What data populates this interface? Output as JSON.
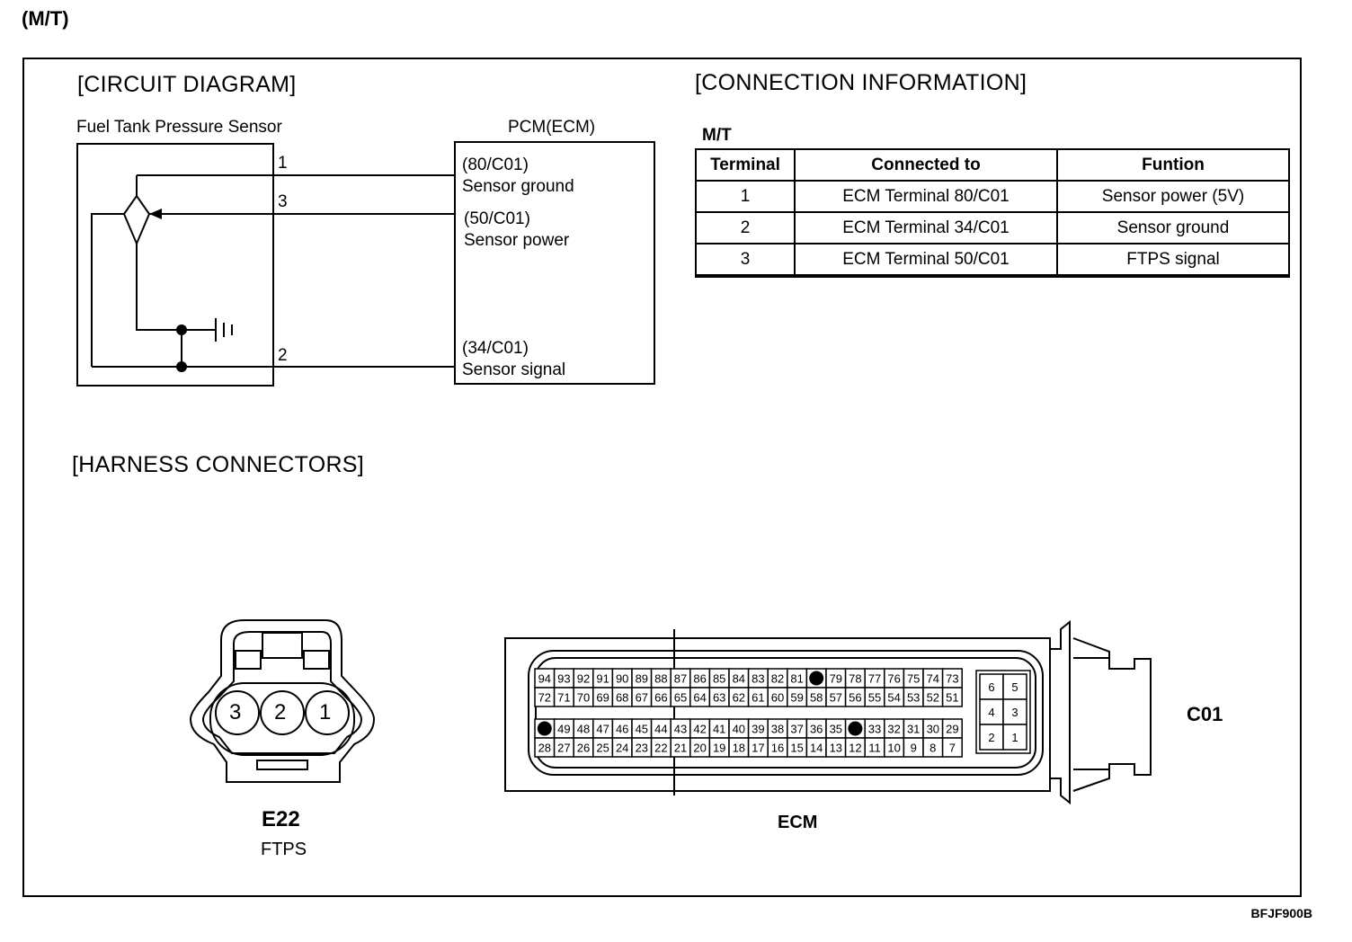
{
  "page": {
    "mode_label": "(M/T)",
    "figure_code": "BFJF900B"
  },
  "circuit": {
    "section_title": "[CIRCUIT DIAGRAM]",
    "sensor_title": "Fuel Tank Pressure Sensor",
    "pcm_title": "PCM(ECM)",
    "sensor_pins": [
      "1",
      "3",
      "2"
    ],
    "pcm_pins": [
      {
        "ref": "(80/C01)",
        "name": "Sensor ground"
      },
      {
        "ref": "(50/C01)",
        "name": "Sensor power"
      },
      {
        "ref": "(34/C01)",
        "name": "Sensor signal"
      }
    ]
  },
  "connection_info": {
    "section_title": "[CONNECTION INFORMATION]",
    "subtitle": "M/T",
    "headers": [
      "Terminal",
      "Connected to",
      "Funtion"
    ],
    "rows": [
      [
        "1",
        "ECM Terminal 80/C01",
        "Sensor power (5V)"
      ],
      [
        "2",
        "ECM Terminal 34/C01",
        "Sensor ground"
      ],
      [
        "3",
        "ECM Terminal 50/C01",
        "FTPS signal"
      ]
    ]
  },
  "harness": {
    "section_title": "[HARNESS CONNECTORS]",
    "e22": {
      "pins": [
        "3",
        "2",
        "1"
      ],
      "name": "E22",
      "label": "FTPS"
    },
    "ecm": {
      "label": "ECM",
      "connector_id": "C01",
      "row1": [
        "94",
        "93",
        "92",
        "91",
        "90",
        "89",
        "88",
        "87",
        "86",
        "85",
        "84",
        "83",
        "82",
        "81",
        "",
        "79",
        "78",
        "77",
        "76",
        "75",
        "74",
        "73"
      ],
      "row2": [
        "72",
        "71",
        "70",
        "69",
        "68",
        "67",
        "66",
        "65",
        "64",
        "63",
        "62",
        "61",
        "60",
        "59",
        "58",
        "57",
        "56",
        "55",
        "54",
        "53",
        "52",
        "51"
      ],
      "row3": [
        "",
        "49",
        "48",
        "47",
        "46",
        "45",
        "44",
        "43",
        "42",
        "41",
        "40",
        "39",
        "38",
        "37",
        "36",
        "35",
        "",
        "33",
        "32",
        "31",
        "30",
        "29"
      ],
      "row4": [
        "28",
        "27",
        "26",
        "25",
        "24",
        "23",
        "22",
        "21",
        "20",
        "19",
        "18",
        "17",
        "16",
        "15",
        "14",
        "13",
        "12",
        "11",
        "10",
        "9",
        "8",
        "7"
      ],
      "small_block": [
        [
          "6",
          "5"
        ],
        [
          "4",
          "3"
        ],
        [
          "2",
          "1"
        ]
      ]
    }
  }
}
